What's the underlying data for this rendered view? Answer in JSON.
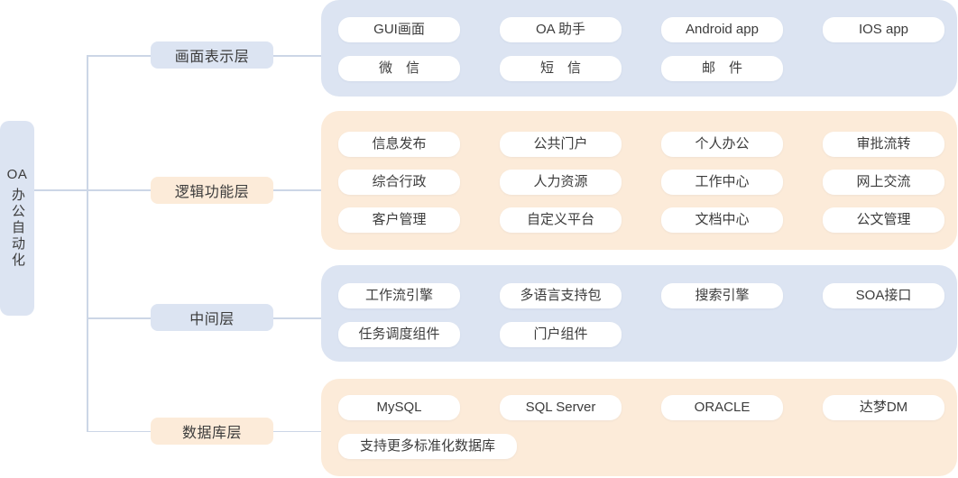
{
  "diagram": {
    "title": "OA office automation architecture",
    "root": {
      "line1": "OA",
      "vertical": "办公自动化"
    },
    "layers": [
      {
        "label": "画面表示层",
        "theme": "blue",
        "rows": [
          [
            "GUI画面",
            "OA 助手",
            "Android app",
            "IOS app"
          ],
          [
            "微　信",
            "短　信",
            "邮　件"
          ]
        ]
      },
      {
        "label": "逻辑功能层",
        "theme": "peach",
        "rows": [
          [
            "信息发布",
            "公共门户",
            "个人办公",
            "审批流转"
          ],
          [
            "综合行政",
            "人力资源",
            "工作中心",
            "网上交流"
          ],
          [
            "客户管理",
            "自定义平台",
            "文档中心",
            "公文管理"
          ]
        ]
      },
      {
        "label": "中间层",
        "theme": "blue",
        "rows": [
          [
            "工作流引擎",
            "多语言支持包",
            "搜索引擎",
            "SOA接口"
          ],
          [
            "任务调度组件",
            "门户组件"
          ]
        ]
      },
      {
        "label": "数据库层",
        "theme": "peach",
        "rows": [
          [
            "MySQL",
            "SQL Server",
            "ORACLE",
            "达梦DM"
          ],
          [
            "支持更多标准化数据库"
          ]
        ]
      }
    ],
    "colors": {
      "panel_blue": "#dce4f2",
      "panel_peach": "#fcebd9",
      "chip_bg": "#ffffff",
      "connector_line": "#ccd6e6",
      "text": "#3c3c3c"
    }
  }
}
